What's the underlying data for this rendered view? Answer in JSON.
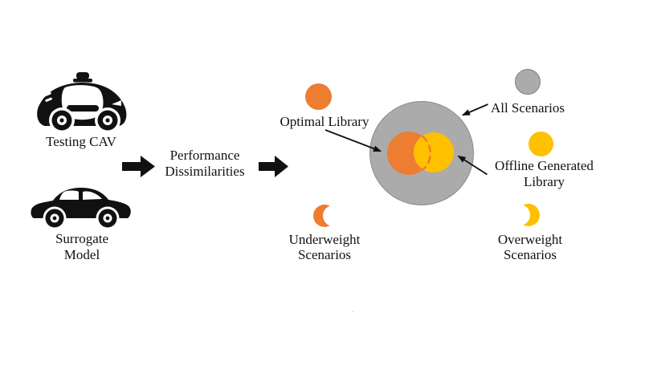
{
  "figure": {
    "left": {
      "testing_cav_label": "Testing CAV",
      "surrogate_model_line1": "Surrogate",
      "surrogate_model_line2": "Model"
    },
    "center": {
      "performance_line1": "Performance",
      "performance_line2": "Dissimilarities"
    },
    "venn": {
      "optimal_library_label": "Optimal Library",
      "all_scenarios_label": "All Scenarios",
      "offline_generated_line1": "Offline Generated",
      "offline_generated_line2": "Library",
      "underweight_line1": "Underweight",
      "underweight_line2": "Scenarios",
      "overweight_line1": "Overweight",
      "overweight_line2": "Scenarios"
    },
    "colors": {
      "optimal_orange": "#ED7D31",
      "offline_yellow": "#FFC000",
      "all_scenarios_gray": "#ABABAB",
      "gray_border": "#8A8A8A",
      "ink": "#111111"
    },
    "icons": {
      "testing_cav": "autonomous-pod-car-icon",
      "surrogate_model": "sedan-car-icon"
    },
    "stray_mark": "."
  }
}
